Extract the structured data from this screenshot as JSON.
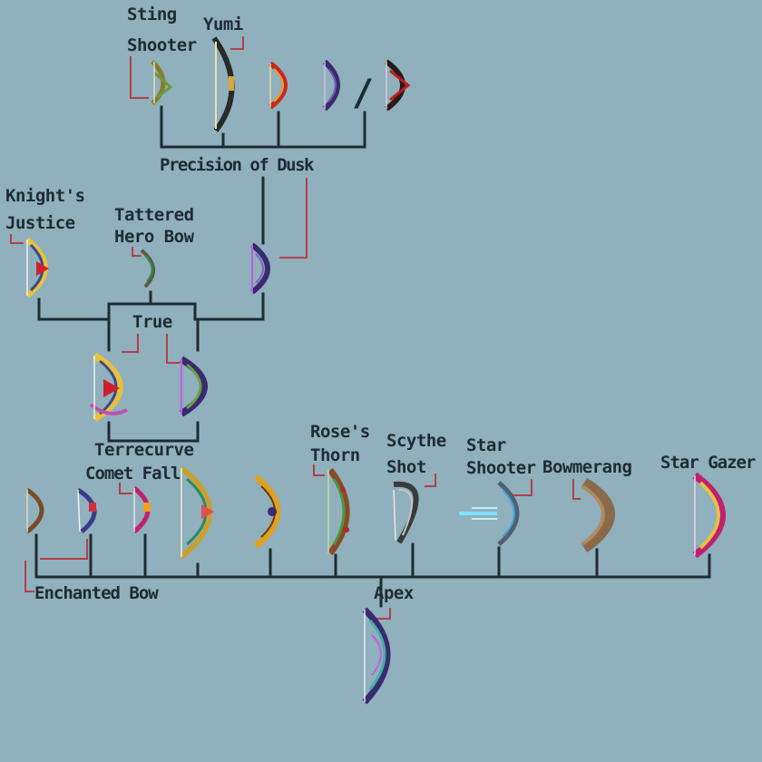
{
  "colors": {
    "background": "#8fb0bc",
    "line": "#1f2b33",
    "callout": "#b3404a"
  },
  "labels": {
    "sting_shooter_1": "Sting",
    "sting_shooter_2": "Shooter",
    "yumi": "Yumi",
    "precision_of_dusk": "Precision of Dusk",
    "knights_justice_1": "Knight's",
    "knights_justice_2": "Justice",
    "tattered_hero_bow_1": "Tattered",
    "tattered_hero_bow_2": "Hero Bow",
    "true": "True",
    "terrecurve": "Terrecurve",
    "comet_fall": "Comet Fall",
    "roses_thorn_1": "Rose's",
    "roses_thorn_2": "Thorn",
    "scythe_shot_1": "Scythe",
    "scythe_shot_2": "Shot",
    "star_shooter_1": "Star",
    "star_shooter_2": "Shooter",
    "bowmerang": "Bowmerang",
    "star_gazer": "Star Gazer",
    "enchanted_bow": "Enchanted Bow",
    "apex": "Apex",
    "slash": "/"
  },
  "icons": [
    "sting-shooter-bow-icon",
    "yumi-bow-icon",
    "red-bow-icon",
    "purple-bow-icon",
    "dark-red-bow-icon",
    "knights-justice-bow-icon",
    "tattered-hero-bow-icon",
    "precision-of-dusk-bow-icon",
    "true-knights-bow-icon",
    "true-dusk-bow-icon",
    "wooden-bow-icon",
    "enchanted-bow-icon",
    "comet-fall-bow-icon",
    "terrecurve-bow-icon",
    "golden-bow-icon",
    "roses-thorn-bow-icon",
    "scythe-shot-bow-icon",
    "star-shooter-bow-icon",
    "bowmerang-icon",
    "star-gazer-bow-icon",
    "apex-bow-icon"
  ]
}
